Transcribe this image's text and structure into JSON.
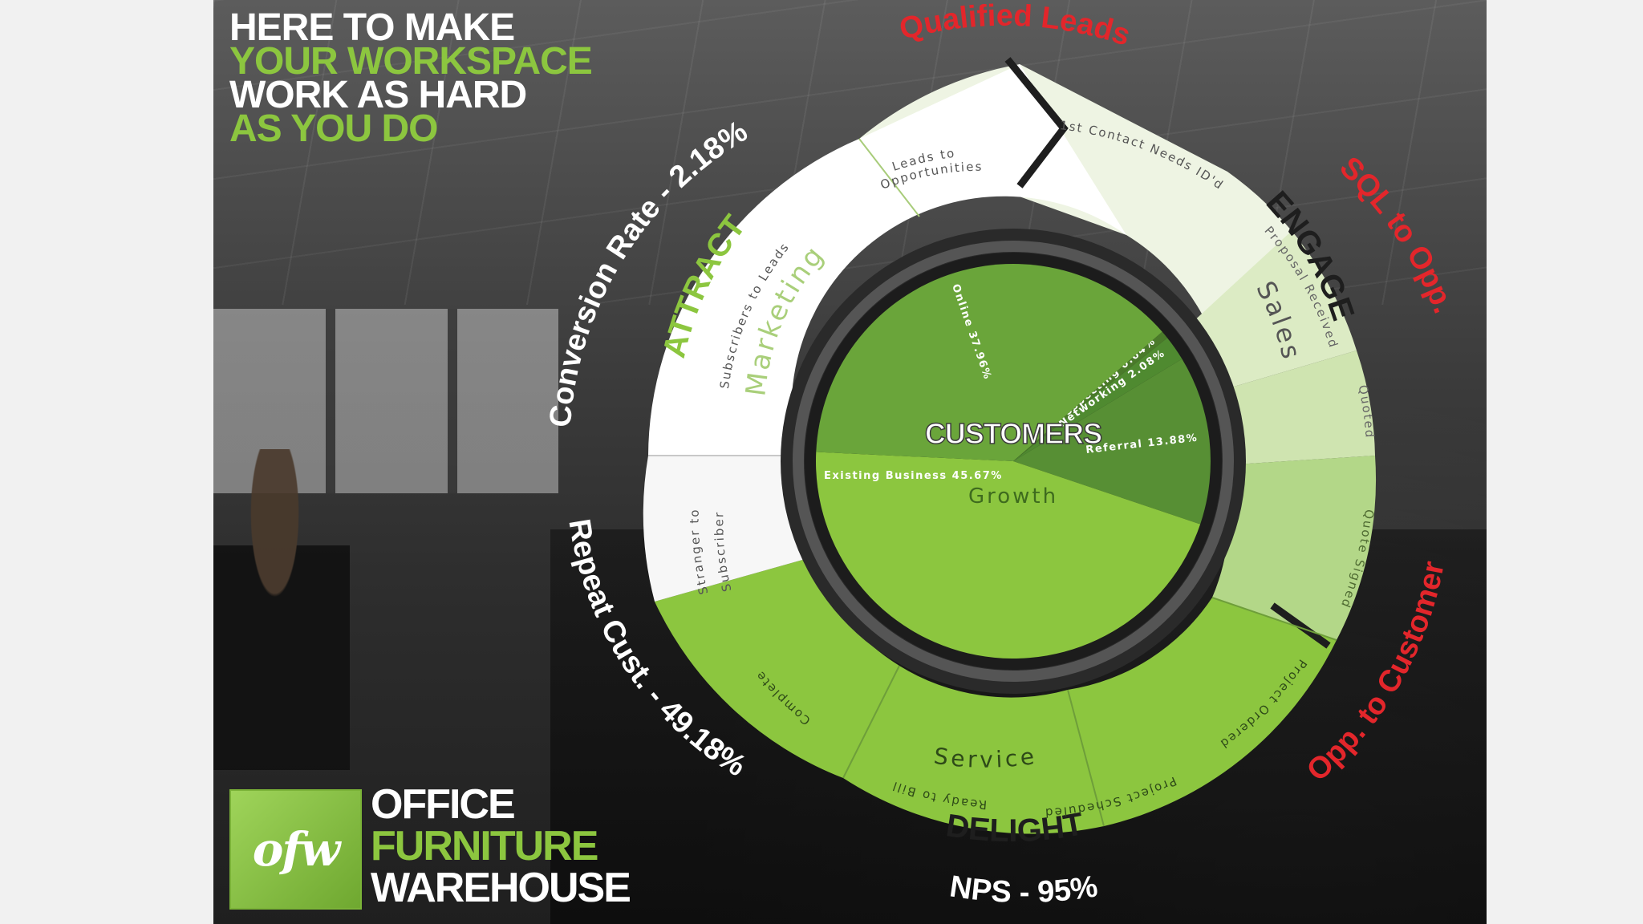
{
  "headline": {
    "line1": "HERE TO MAKE",
    "line2": "YOUR WORKSPACE",
    "line3": "WORK AS HARD",
    "line4": "AS YOU DO"
  },
  "colors": {
    "brand_green": "#8cc63f",
    "dark_green": "#5a9a35",
    "light_green": "#dcebc4",
    "metric_red": "#e3262b",
    "ring_dark": "#2a2a2a"
  },
  "outer_labels": {
    "qualified_leads": "Qualified Leads",
    "sql_to_opp": "SQL to Opp.",
    "opp_to_customer": "Opp. to Customer",
    "nps": "NPS - 95%",
    "repeat_cust": "Repeat Cust. - 49.18%",
    "conversion_rate": "Conversion Rate - 2.18%"
  },
  "stages": {
    "attract": "ATTRACT",
    "engage": "ENGAGE",
    "delight": "DELIGHT"
  },
  "departments": {
    "marketing": "Marketing",
    "sales": "Sales",
    "service": "Service",
    "growth": "Growth"
  },
  "steps": {
    "leads_to_opportunities_1": "Leads to",
    "leads_to_opportunities_2": "Opportunities",
    "first_contact": "1st Contact Needs ID'd",
    "proposal_received": "Proposal Received",
    "quoted": "Quoted",
    "quote_signed": "Quote Signed",
    "project_ordered": "Project Ordered",
    "project_scheduled": "Project Scheduled",
    "ready_to_bill": "Ready to Bill",
    "complete": "Complete",
    "stranger_to_subscriber_1": "Stranger to",
    "stranger_to_subscriber_2": "Subscriber",
    "subscribers_to_leads": "Subscribers to Leads"
  },
  "center": {
    "title": "CUSTOMERS",
    "slices": [
      {
        "label": "Prospecting 0.64%",
        "value": 0.64
      },
      {
        "label": "Networking 2.08%",
        "value": 2.08
      },
      {
        "label": "Referral 13.88%",
        "value": 13.88
      },
      {
        "label": "Existing Business 45.67%",
        "value": 45.67
      },
      {
        "label": "Online 37.96%",
        "value": 37.96
      }
    ]
  },
  "logo": {
    "mark": "ofw",
    "line1": "OFFICE",
    "line2": "FURNITURE",
    "line3": "WAREHOUSE"
  }
}
